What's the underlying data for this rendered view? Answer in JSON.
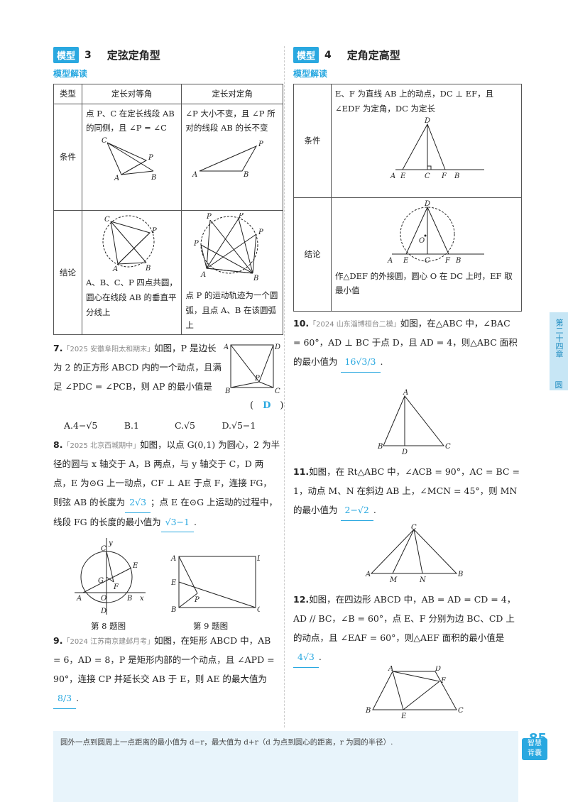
{
  "left": {
    "tag": "模型",
    "num": "3",
    "title": "定弦定角型",
    "sub": "模型解读",
    "table": {
      "h0": "类型",
      "h1": "定长对等角",
      "h2": "定长对定角",
      "r1label": "条件",
      "r1c1": "点 P、C 在定长线段 AB 的同侧，且 ∠P = ∠C",
      "r1c2": "∠P 大小不变，且 ∠P 所对的线段 AB 的长不变",
      "r2label": "结论",
      "r2c1": "A、B、C、P 四点共圆，圆心在线段 AB 的垂直平分线上",
      "r2c2": "点 P 的运动轨迹为一个圆弧，且点 A、B 在该圆弧上"
    }
  },
  "right": {
    "tag": "模型",
    "num": "4",
    "title": "定角定高型",
    "sub": "模型解读",
    "r1label": "条件",
    "r1text": "E、F 为直线 AB 上的动点，DC ⊥ EF，且 ∠EDF 为定角，DC 为定长",
    "r2label": "结论",
    "r2text": "作△DEF 的外接圆，圆心 O 在 DC 上时，EF 取最小值"
  },
  "q7": {
    "n": "7.",
    "src": "「2025 安徽阜阳太和期末」",
    "text": "如图，P 是边长为 2 的正方形 ABCD 内的一个动点，且满足 ∠PDC = ∠PCB，则 AP 的最小值是",
    "ans": "D",
    "opts": "A.4−√5　　　B.1　　　　C.√5　　　D.√5−1"
  },
  "q8": {
    "n": "8.",
    "src": "「2025 北京西城期中」",
    "text1": "如图，以点 G(0,1) 为圆心，2 为半径的圆与 x 轴交于 A，B 两点，与 y 轴交于 C，D 两点，E 为⊙G 上一动点，CF ⊥ AE 于点 F，连接 FG，则弦 AB 的长度为",
    "ans1": "2√3",
    "text2": "；点 E 在⊙G 上运动的过程中，线段 FG 的长度的最小值为",
    "ans2": "√3−1",
    "cap8": "第 8 题图",
    "cap9": "第 9 题图"
  },
  "q9": {
    "n": "9.",
    "src": "「2024 江苏南京建邺月考」",
    "text": "如图，在矩形 ABCD 中，AB = 6，AD = 8，P 是矩形内部的一个动点，且 ∠APD = 90°，连接 CP 并延长交 AB 于 E，则 AE 的最大值为",
    "ans": "8/3"
  },
  "q10": {
    "n": "10.",
    "src": "「2024 山东淄博桓台二模」",
    "text": "如图，在△ABC 中，∠BAC = 60°，AD ⊥ BC 于点 D，且 AD = 4，则△ABC 面积的最小值为",
    "ans": "16√3/3"
  },
  "q11": {
    "n": "11.",
    "text": "如图，在 Rt△ABC 中，∠ACB = 90°，AC = BC = 1，动点 M、N 在斜边 AB 上，∠MCN = 45°，则 MN 的最小值为",
    "ans": "2−√2"
  },
  "q12": {
    "n": "12.",
    "text": "如图，在四边形 ABCD 中，AB = AD = CD = 4，AD // BC，∠B = 60°，点 E、F 分别为边 BC、CD 上的动点，且 ∠EAF = 60°，则△AEF 面积的最小值是",
    "ans": "4√3"
  },
  "side": {
    "chapter": "第二十四章",
    "topic": "圆"
  },
  "footer": {
    "text": "圆外一点到圆周上一点距离的最小值为 d−r，最大值为 d+r（d 为点到圆心的距离，r 为圆的半径）.",
    "page": "85",
    "badge1": "智慧",
    "badge2": "背囊"
  }
}
